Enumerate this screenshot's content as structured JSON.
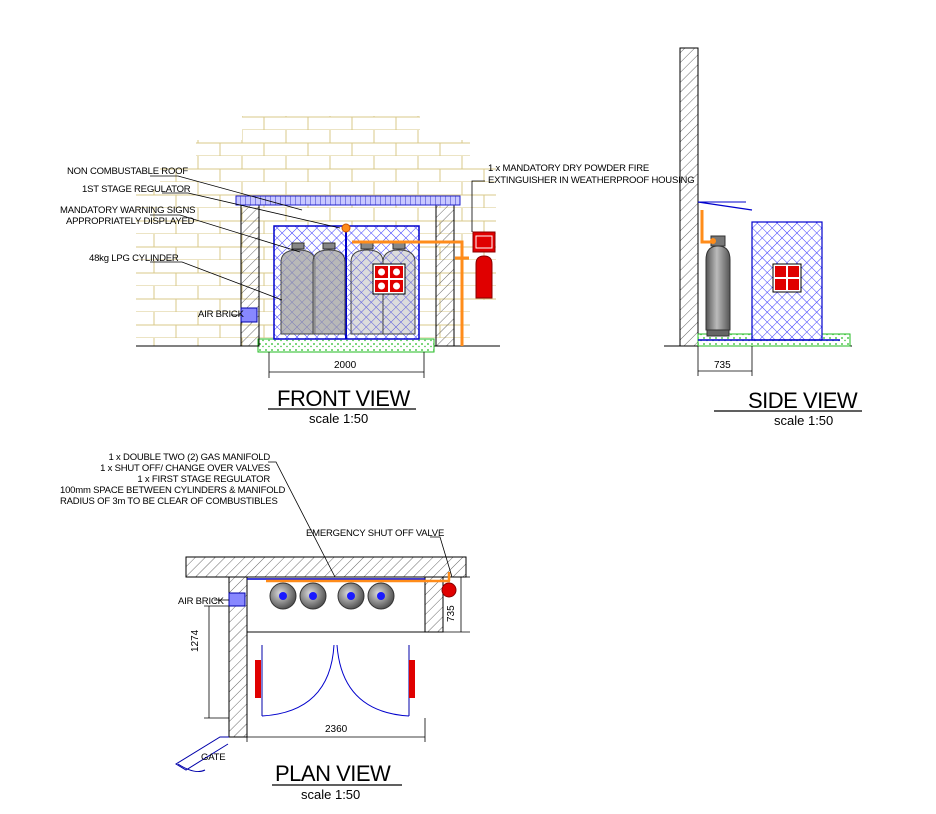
{
  "front_view": {
    "title": "FRONT VIEW",
    "scale": "scale 1:50",
    "dimension": "2000",
    "labels": {
      "roof": "NON COMBUSTABLE ROOF",
      "regulator": "1ST STAGE REGULATOR",
      "signs_1": "MANDATORY WARNING SIGNS",
      "signs_2": "APPROPRIATELY DISPLAYED",
      "cylinder": "48kg LPG CYLINDER",
      "air_brick": "AIR BRICK",
      "extinguisher_1": "1 x MANDATORY DRY POWDER FIRE",
      "extinguisher_2": "EXTINGUISHER IN WEATHERPROOF HOUSING"
    }
  },
  "side_view": {
    "title": "SIDE VIEW",
    "scale": "scale 1:50",
    "dimension": "735"
  },
  "plan_view": {
    "title": "PLAN VIEW",
    "scale": "scale 1:50",
    "notes": [
      "1 x DOUBLE TWO (2) GAS MANIFOLD",
      "1 x SHUT OFF/ CHANGE OVER VALVES",
      "1 x FIRST STAGE REGULATOR",
      "100mm SPACE BETWEEN CYLINDERS & MANIFOLD",
      "RADIUS OF 3m TO BE CLEAR OF COMBUSTIBLES"
    ],
    "emergency_valve": "EMERGENCY SHUT OFF VALVE",
    "air_brick": "AIR BRICK",
    "gate": "GATE",
    "dim_width": "2360",
    "dim_depth": "1274",
    "dim_side": "735"
  },
  "colors": {
    "hatch_blue": "#2a2aff",
    "pipe_orange": "#ff8c1a",
    "extinguisher_red": "#e00000",
    "ground_green": "#22bb22",
    "brick_tan": "#d9c98a"
  }
}
